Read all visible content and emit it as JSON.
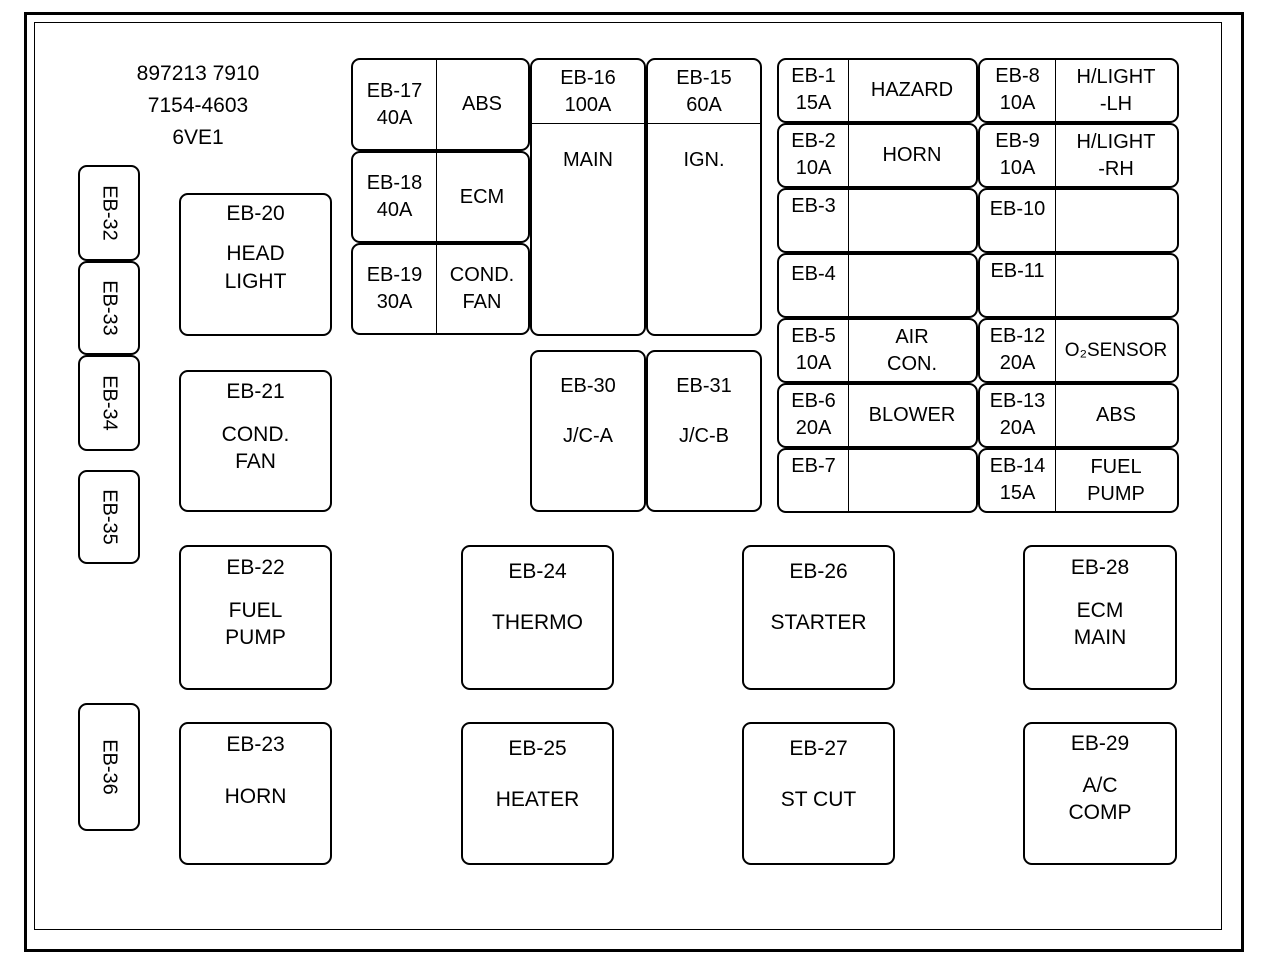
{
  "codes": [
    "897213 7910",
    "7154-4603",
    "6VE1"
  ],
  "side_fuses": [
    "EB-32",
    "EB-33",
    "EB-34",
    "EB-35",
    "EB-36"
  ],
  "relays": {
    "eb20": {
      "id": "EB-20",
      "name1": "HEAD",
      "name2": "LIGHT"
    },
    "eb21": {
      "id": "EB-21",
      "name1": "COND.",
      "name2": "FAN"
    },
    "eb22": {
      "id": "EB-22",
      "name1": "FUEL",
      "name2": "PUMP"
    },
    "eb23": {
      "id": "EB-23",
      "name1": "HORN"
    },
    "eb24": {
      "id": "EB-24",
      "name1": "THERMO"
    },
    "eb25": {
      "id": "EB-25",
      "name1": "HEATER"
    },
    "eb26": {
      "id": "EB-26",
      "name1": "STARTER"
    },
    "eb27": {
      "id": "EB-27",
      "name1": "ST CUT"
    },
    "eb28": {
      "id": "EB-28",
      "name1": "ECM",
      "name2": "MAIN"
    },
    "eb29": {
      "id": "EB-29",
      "name1": "A/C",
      "name2": "COMP"
    }
  },
  "left_fuses": [
    {
      "id": "EB-17",
      "amp": "40A",
      "name1": "ABS",
      "name2": ""
    },
    {
      "id": "EB-18",
      "amp": "40A",
      "name1": "ECM",
      "name2": ""
    },
    {
      "id": "EB-19",
      "amp": "30A",
      "name1": "COND.",
      "name2": "FAN"
    }
  ],
  "main_fuses": {
    "eb16": {
      "id": "EB-16",
      "amp": "100A",
      "name": "MAIN"
    },
    "eb15": {
      "id": "EB-15",
      "amp": "60A",
      "name": "IGN."
    }
  },
  "jc_fuses": {
    "eb30": {
      "id": "EB-30",
      "name": "J/C-A"
    },
    "eb31": {
      "id": "EB-31",
      "name": "J/C-B"
    }
  },
  "right_col1": [
    {
      "id": "EB-1",
      "amp": "15A",
      "name1": "HAZARD",
      "name2": ""
    },
    {
      "id": "EB-2",
      "amp": "10A",
      "name1": "HORN",
      "name2": ""
    },
    {
      "id": "EB-3",
      "amp": "",
      "name1": "",
      "name2": ""
    },
    {
      "id": "EB-4",
      "amp": "",
      "name1": "",
      "name2": ""
    },
    {
      "id": "EB-5",
      "amp": "10A",
      "name1": "AIR",
      "name2": "CON."
    },
    {
      "id": "EB-6",
      "amp": "20A",
      "name1": "BLOWER",
      "name2": ""
    },
    {
      "id": "EB-7",
      "amp": "",
      "name1": "",
      "name2": ""
    }
  ],
  "right_col2": [
    {
      "id": "EB-8",
      "amp": "10A",
      "name1": "H/LIGHT",
      "name2": "-LH"
    },
    {
      "id": "EB-9",
      "amp": "10A",
      "name1": "H/LIGHT",
      "name2": "-RH"
    },
    {
      "id": "EB-10",
      "amp": "",
      "name1": "",
      "name2": ""
    },
    {
      "id": "EB-11",
      "amp": "",
      "name1": "",
      "name2": ""
    },
    {
      "id": "EB-12",
      "amp": "20A",
      "name1": "O₂SENSOR",
      "name2": ""
    },
    {
      "id": "EB-13",
      "amp": "20A",
      "name1": "ABS",
      "name2": ""
    },
    {
      "id": "EB-14",
      "amp": "15A",
      "name1": "FUEL",
      "name2": "PUMP"
    }
  ]
}
